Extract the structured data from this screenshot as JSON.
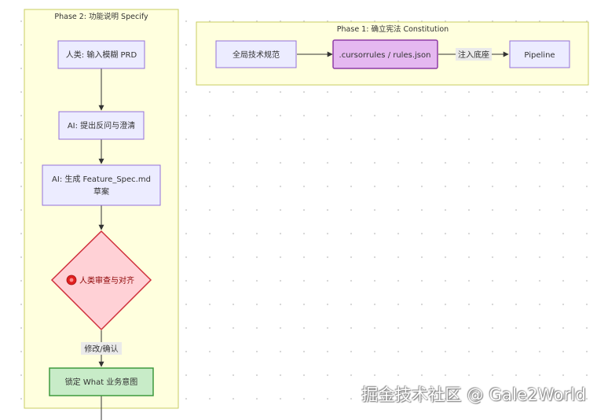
{
  "clusters": {
    "phase1": {
      "title": "Phase 1: 确立宪法 Constitution"
    },
    "phase2": {
      "title": "Phase 2: 功能说明 Specify"
    }
  },
  "nodes": {
    "global_spec": "全局技术规范",
    "rules_json": ".cursorrules / rules.json",
    "pipeline": "Pipeline",
    "human_prd": "人类: 输入模糊 PRD",
    "ai_questions": "AI: 提出反问与澄清",
    "ai_gen_line1": "AI: 生成 Feature_Spec.md",
    "ai_gen_line2": "草案",
    "review_icon": "🔴",
    "review": "人类审查与对齐",
    "lock": "锁定 What 业务意图"
  },
  "edges": {
    "inject": "注入底座",
    "modify_confirm": "修改/确认"
  },
  "watermark": "掘金技术社区 @ Gale2World",
  "colors": {
    "cluster_fill": "#ffffde",
    "cluster_stroke": "#c9cc62",
    "node_fill": "#ececff",
    "node_stroke": "#9370db",
    "highlight_fill": "#e5b8f0",
    "highlight_stroke": "#8d3ba6",
    "decision_fill": "#ffd1d6",
    "decision_stroke": "#d0303c",
    "lock_fill": "#c8ecc8",
    "lock_stroke": "#3e9a3e"
  },
  "icons": {
    "review": "red-circle-icon"
  }
}
